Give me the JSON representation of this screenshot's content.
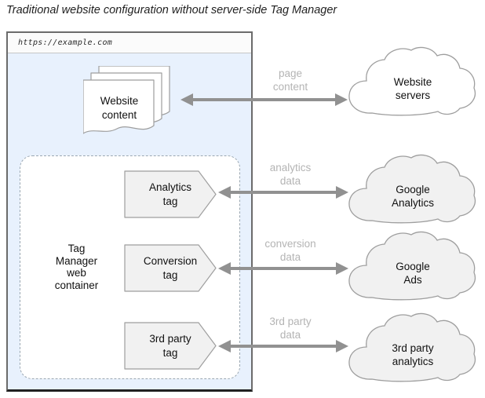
{
  "title": "Traditional website configuration without server-side Tag Manager",
  "browser": {
    "url": "https://example.com",
    "website_content": {
      "line1": "Website",
      "line2": "content"
    },
    "tag_container": {
      "lines": [
        "Tag",
        "Manager",
        "web",
        "container"
      ]
    },
    "tags": [
      {
        "line1": "Analytics",
        "line2": "tag"
      },
      {
        "line1": "Conversion",
        "line2": "tag"
      },
      {
        "line1": "3rd party",
        "line2": "tag"
      }
    ]
  },
  "flows": [
    {
      "line1": "page",
      "line2": "content"
    },
    {
      "line1": "analytics",
      "line2": "data"
    },
    {
      "line1": "conversion",
      "line2": "data"
    },
    {
      "line1": "3rd party",
      "line2": "data"
    }
  ],
  "clouds": [
    {
      "line1": "Website",
      "line2": "servers",
      "fill": "#ffffff"
    },
    {
      "line1": "Google",
      "line2": "Analytics",
      "fill": "#f1f1f1"
    },
    {
      "line1": "Google",
      "line2": "Ads",
      "fill": "#f1f1f1"
    },
    {
      "line1": "3rd party",
      "line2": "analytics",
      "fill": "#f1f1f1"
    }
  ],
  "colors": {
    "browser_content_background": "#e8f1fd",
    "shape_fill": "#f1f1f1",
    "shape_border": "#9e9e9e",
    "arrow": "#919191",
    "flow_label_text": "#b4b4b4",
    "text": "#1f1f1f"
  }
}
